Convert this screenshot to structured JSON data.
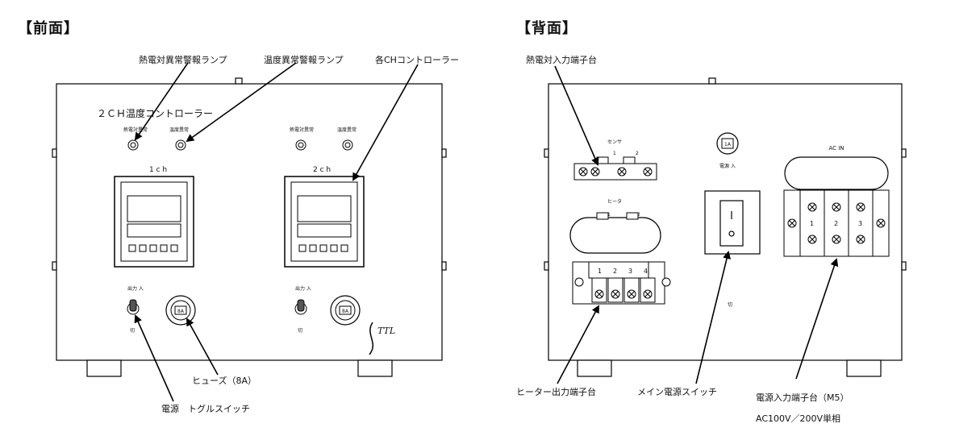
{
  "front": {
    "heading": "【前面】",
    "panel_title": "２ＣＨ温度コントローラー",
    "ch1_label": "1 c h",
    "ch2_label": "2 c h",
    "lamp_labels": [
      "熱電対異常",
      "温度異常",
      "熱電対異常",
      "温度異常"
    ],
    "output_switch_on": "出力\n入",
    "output_switch_off": "切",
    "fuse_rating": "8A",
    "logo_text": "TTL",
    "callouts": {
      "thermocouple_alarm_lamp": "熱電対異常警報ランプ",
      "temp_alarm_lamp": "温度異常警報ランプ",
      "each_ch_controller": "各CHコントローラー",
      "fuse": "ヒューズ（8A）",
      "power_toggle": "電源　トグルスイッチ"
    }
  },
  "rear": {
    "heading": "【背面】",
    "sensor_label": "センサ",
    "heater_label": "ヒータ",
    "ac_in_label": "AC IN",
    "fuse_rating": "1A",
    "power_label": "電源\n入",
    "switch_off_label": "切",
    "sensor_terminals": [
      "1",
      "2"
    ],
    "heater_terminals": [
      "1",
      "2",
      "3",
      "4"
    ],
    "ac_terminals": [
      "1",
      "2",
      "3"
    ],
    "callouts": {
      "thermocouple_input": "熱電対入力端子台",
      "heater_output": "ヒーター出力端子台",
      "main_switch": "メイン電源スイッチ",
      "power_input": "電源入力端子台（M5）",
      "power_spec": "AC100V／200V単相"
    }
  }
}
